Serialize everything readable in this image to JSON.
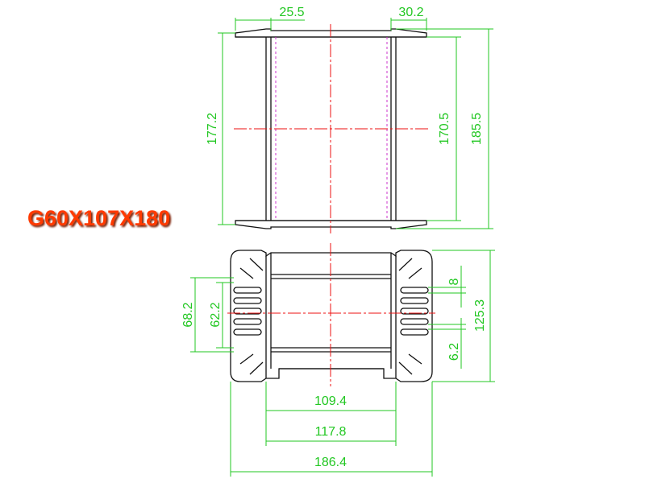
{
  "model_label": "G60X107X180",
  "colors": {
    "dimension": "#22c722",
    "outline": "#111111",
    "centerline": "#ee1111",
    "hidden_line": "#cc33cc",
    "label": "#ff3a00"
  },
  "top_view": {
    "dims": {
      "flange_left_width": "25.5",
      "flange_right_width": "30.2",
      "overall_height_left": "177.2",
      "inner_height": "170.5",
      "overall_height_right": "185.5"
    }
  },
  "bottom_view": {
    "dims": {
      "fin_span_outer": "68.2",
      "fin_span_inner": "62.2",
      "fin_pitch": "8",
      "fin_gap": "6.2",
      "overall_height": "125.3",
      "core_width": "109.4",
      "slot_width": "117.8",
      "overall_width": "186.4"
    }
  }
}
